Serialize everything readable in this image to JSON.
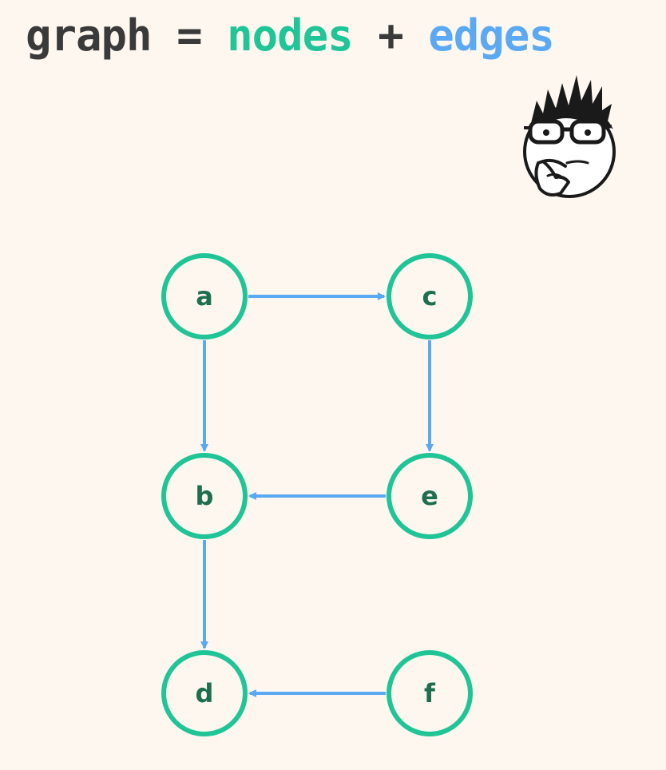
{
  "title": {
    "word_graph": "graph",
    "equals": "=",
    "word_nodes": "nodes",
    "plus": "+",
    "word_edges": "edges"
  },
  "colors": {
    "background": "#fdf7f0",
    "text_dark": "#3a3a3a",
    "nodes": "#1fc497",
    "edges": "#5ba9f2",
    "node_label": "#1e6e50"
  },
  "avatar": {
    "icon": "thinking-face-icon"
  },
  "graph": {
    "nodes": [
      {
        "id": "a",
        "label": "a"
      },
      {
        "id": "c",
        "label": "c"
      },
      {
        "id": "b",
        "label": "b"
      },
      {
        "id": "e",
        "label": "e"
      },
      {
        "id": "d",
        "label": "d"
      },
      {
        "id": "f",
        "label": "f"
      }
    ],
    "edges": [
      {
        "from": "a",
        "to": "c"
      },
      {
        "from": "a",
        "to": "b"
      },
      {
        "from": "c",
        "to": "e"
      },
      {
        "from": "e",
        "to": "b"
      },
      {
        "from": "b",
        "to": "d"
      },
      {
        "from": "f",
        "to": "d"
      }
    ]
  }
}
